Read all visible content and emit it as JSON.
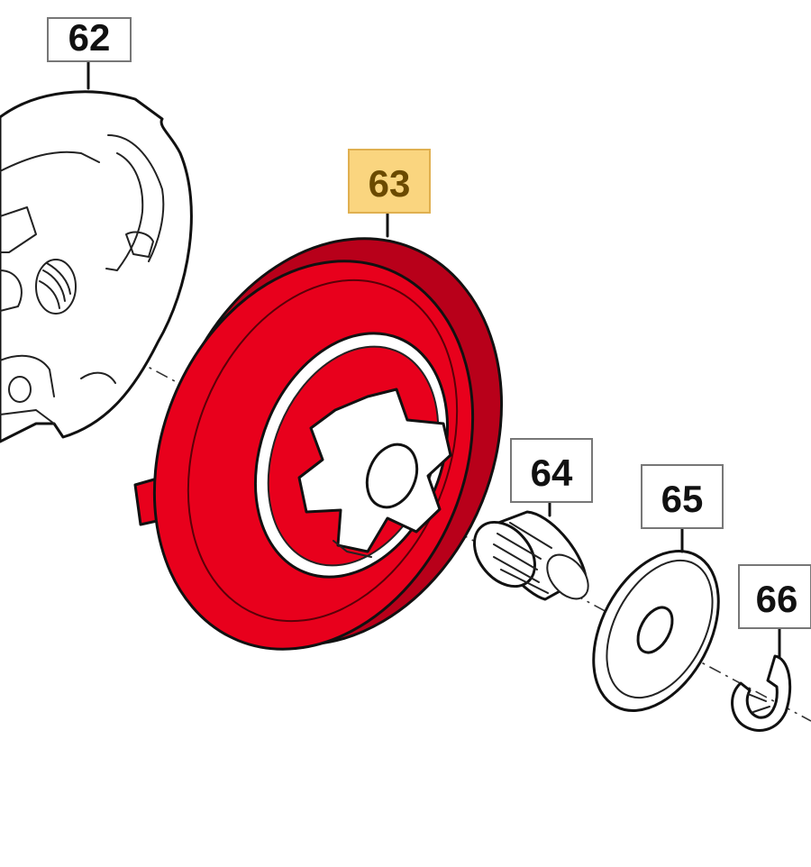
{
  "callouts": {
    "c62": {
      "label": "62",
      "highlighted": false
    },
    "c63": {
      "label": "63",
      "highlighted": true
    },
    "c64": {
      "label": "64",
      "highlighted": false
    },
    "c65": {
      "label": "65",
      "highlighted": false
    },
    "c66": {
      "label": "66",
      "highlighted": false
    }
  },
  "colors": {
    "highlight_part": "#e8001c",
    "highlight_part_dark": "#b8001a",
    "callout_highlight_fill": "#fad57f",
    "callout_highlight_border": "#e0b050",
    "callout_border": "#777777",
    "line": "#111111"
  },
  "parts": [
    {
      "id": "clutch",
      "icon": "clutch-assembly-icon"
    },
    {
      "id": "clutch-drum",
      "icon": "clutch-drum-sprocket-icon"
    },
    {
      "id": "needle-bearing",
      "icon": "needle-bearing-icon"
    },
    {
      "id": "washer",
      "icon": "washer-icon"
    },
    {
      "id": "e-clip",
      "icon": "e-clip-icon"
    }
  ]
}
